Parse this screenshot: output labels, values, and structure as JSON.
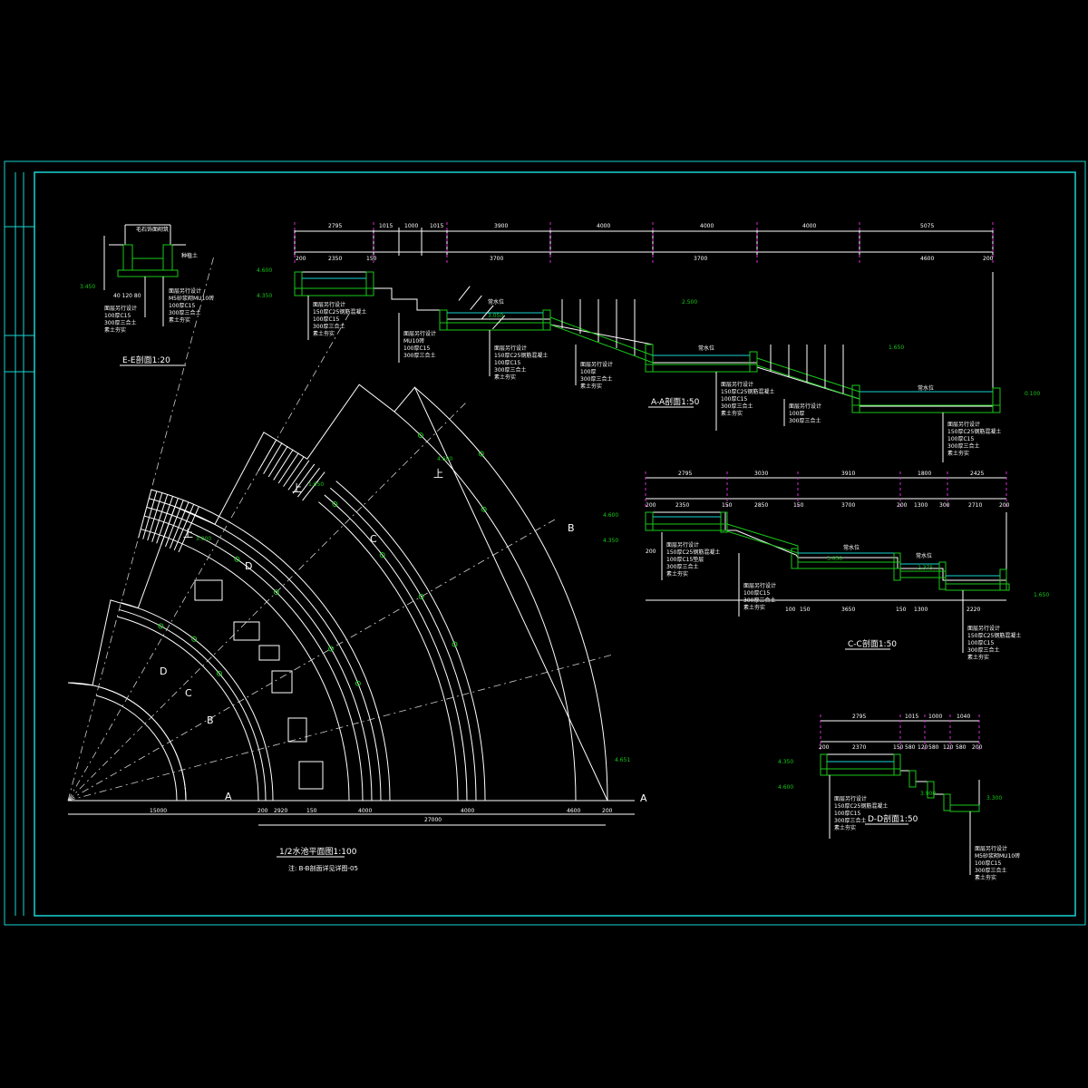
{
  "titles": {
    "plan": "1/2水池平面图1:100",
    "plan_note": "注: B-B剖面详见详图-05",
    "section_aa": "A-A剖面1:50",
    "section_cc": "C-C剖面1:50",
    "section_dd": "D-D剖面1:50",
    "section_ee": "E-E剖面1:20"
  },
  "section_aa": {
    "top_dims": [
      "2795",
      "1015",
      "1000",
      "1015",
      "3900",
      "4000",
      "4000",
      "4000",
      "5075"
    ],
    "sub_dims": [
      "200",
      "2350",
      "150",
      "3700",
      "3700",
      "4600",
      "200"
    ],
    "elevations": [
      "4.600",
      "4.350",
      "3.050",
      "2.500",
      "1.650",
      "0.100"
    ],
    "water_label": "常水位"
  },
  "section_cc": {
    "top_dims": [
      "2795",
      "3030",
      "3910",
      "1800",
      "2425"
    ],
    "sub_dims": [
      "200",
      "2350",
      "150",
      "2850",
      "150",
      "3700",
      "200",
      "1300",
      "300",
      "2710",
      "200"
    ],
    "bottom_dims": [
      "100",
      "200",
      "150",
      "3650",
      "150",
      "1300",
      "2220"
    ],
    "elevations": [
      "4.600",
      "4.350",
      "3.050",
      "2.375",
      "1.650"
    ]
  },
  "section_dd": {
    "top_dims": [
      "2795",
      "1015",
      "1000",
      "1040"
    ],
    "sub_dims": [
      "200",
      "2370",
      "150",
      "580",
      "120",
      "580",
      "120",
      "580",
      "200"
    ],
    "elevations": [
      "4.350",
      "4.600",
      "3.900",
      "3.300"
    ]
  },
  "plan": {
    "total_dim": "27000",
    "left_dim": "15000",
    "segment_dims": [
      "200",
      "2920",
      "150",
      "4000",
      "4000",
      "4600",
      "200"
    ],
    "section_letters": [
      "A",
      "A",
      "B",
      "B",
      "C",
      "C",
      "D",
      "D"
    ],
    "elevations": [
      "4.600",
      "1.650",
      "3.300",
      "4.651"
    ],
    "up_labels": [
      "上",
      "上",
      "上"
    ]
  },
  "colors": {
    "frame": "#19d3d3",
    "hatch": "#18c818",
    "lines": "#ffffff",
    "axis": "#d22bd2"
  }
}
